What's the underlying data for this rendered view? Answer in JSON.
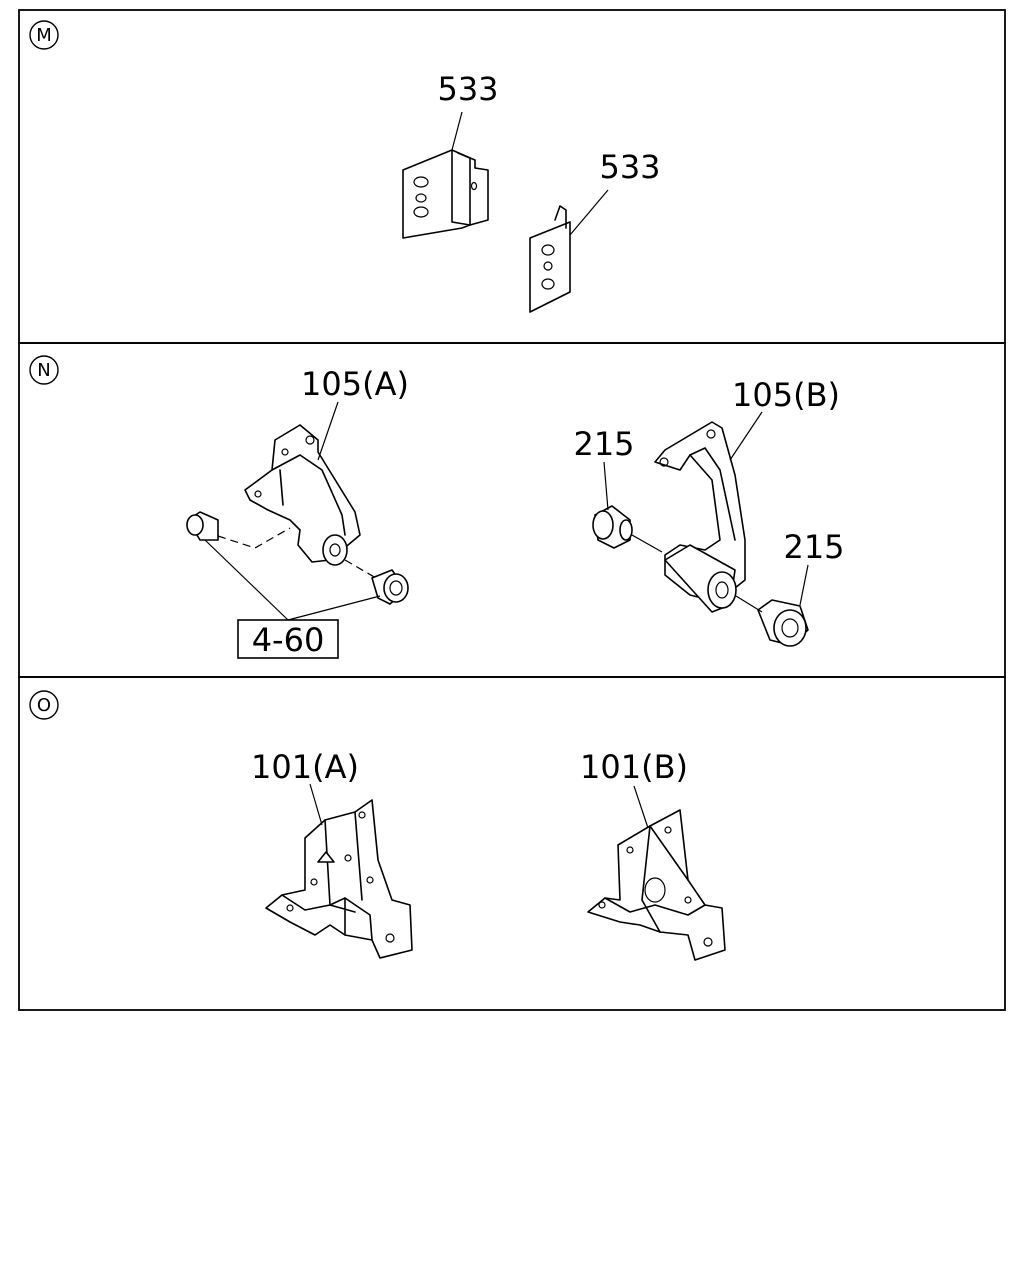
{
  "panels": [
    {
      "marker": "M",
      "callouts": {
        "bracket_left": "533",
        "bracket_right": "533"
      }
    },
    {
      "marker": "N",
      "callouts": {
        "arm_a": "105(A)",
        "arm_b": "105(B)",
        "bush_top": "215",
        "bush_right": "215",
        "ref_box": "4-60"
      }
    },
    {
      "marker": "O",
      "callouts": {
        "bracket_a": "101(A)",
        "bracket_b": "101(B)"
      }
    }
  ]
}
